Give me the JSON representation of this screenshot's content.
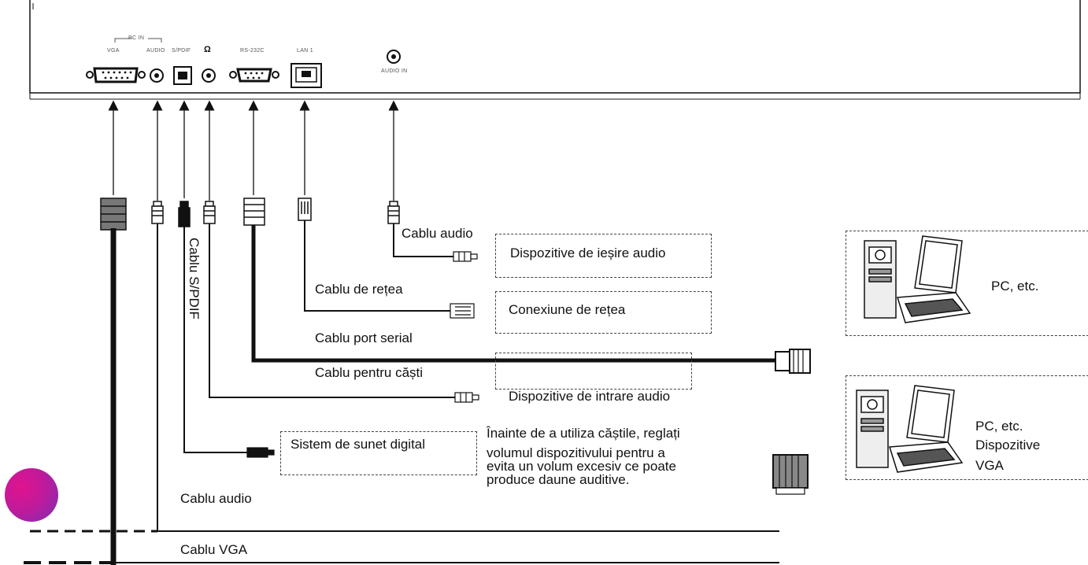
{
  "panel": {
    "group_label": "PC IN",
    "ports": [
      "VGA",
      "AUDIO",
      "S/PDIF",
      "RS-232C",
      "LAN 1",
      "AUDIO IN"
    ],
    "headphone_symbol": "Ω"
  },
  "cables": {
    "audio_out": "Cablu audio",
    "network": "Cablu de rețea",
    "serial": "Cablu port serial",
    "headphones": "Cablu pentru căști",
    "spdif": "Cablu S/PDIF",
    "audio_pc": "Cablu audio",
    "vga": "Cablu VGA"
  },
  "devices": {
    "audio_out": "Dispozitive de ieșire audio",
    "network": "Conexiune de rețea",
    "audio_in": "Dispozitive de intrare audio",
    "digital_sound": "Sistem de sunet digital",
    "pc1": "PC, etc.",
    "pc2_line1": "PC, etc.",
    "pc2_line2": "Dispozitive",
    "pc2_line3": "VGA"
  },
  "note": {
    "line1": "Înainte de a utiliza căștile, reglați",
    "line2": "volumul dispozitivului pentru a",
    "line3": "evita un volum excesiv ce poate",
    "line4": "produce daune auditive."
  },
  "colors": {
    "line": "#111111",
    "accent_gradient_start": "#e0138e",
    "accent_gradient_end": "#7b2fb3"
  }
}
